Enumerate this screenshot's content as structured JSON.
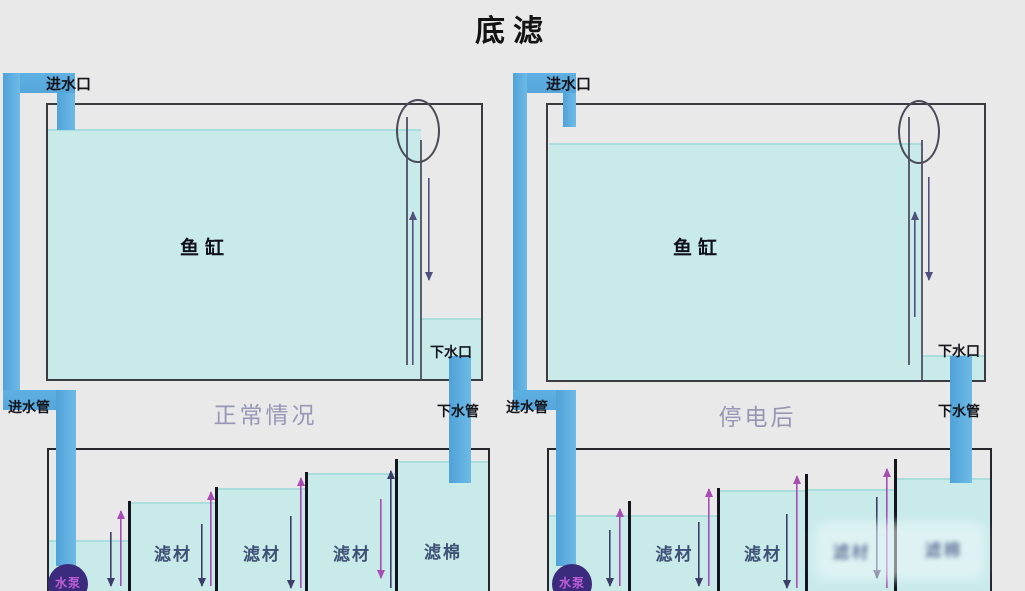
{
  "title": "底滤",
  "colors": {
    "background": "#e9e9e9",
    "water": "#c8ebe9",
    "pipe": "#5aabdf",
    "outline": "#3b3b42",
    "baffle": "#14141c",
    "pump_body": "#3b2b7d",
    "pump_text": "#c05fd8",
    "caption": "#9797b5",
    "media_label": "#3f5076",
    "arrow_up": "#a84cb4",
    "arrow_down": "#3c3c68",
    "tank_arrow": "#50507e"
  },
  "left": {
    "caption": "正常情况",
    "tank_label": "鱼缸",
    "inlet_port_label": "进水口",
    "outlet_port_label": "下水口",
    "inlet_pipe_label": "进水管",
    "outlet_pipe_label": "下水管",
    "pump_label": "水泵",
    "compartments": [
      "滤材",
      "滤材",
      "滤材",
      "滤棉"
    ]
  },
  "right": {
    "caption": "停电后",
    "tank_label": "鱼缸",
    "inlet_port_label": "进水口",
    "outlet_port_label": "下水口",
    "inlet_pipe_label": "进水管",
    "outlet_pipe_label": "下水管",
    "pump_label": "水泵",
    "compartments": [
      "滤材",
      "滤材",
      "滤材",
      "滤棉"
    ]
  }
}
